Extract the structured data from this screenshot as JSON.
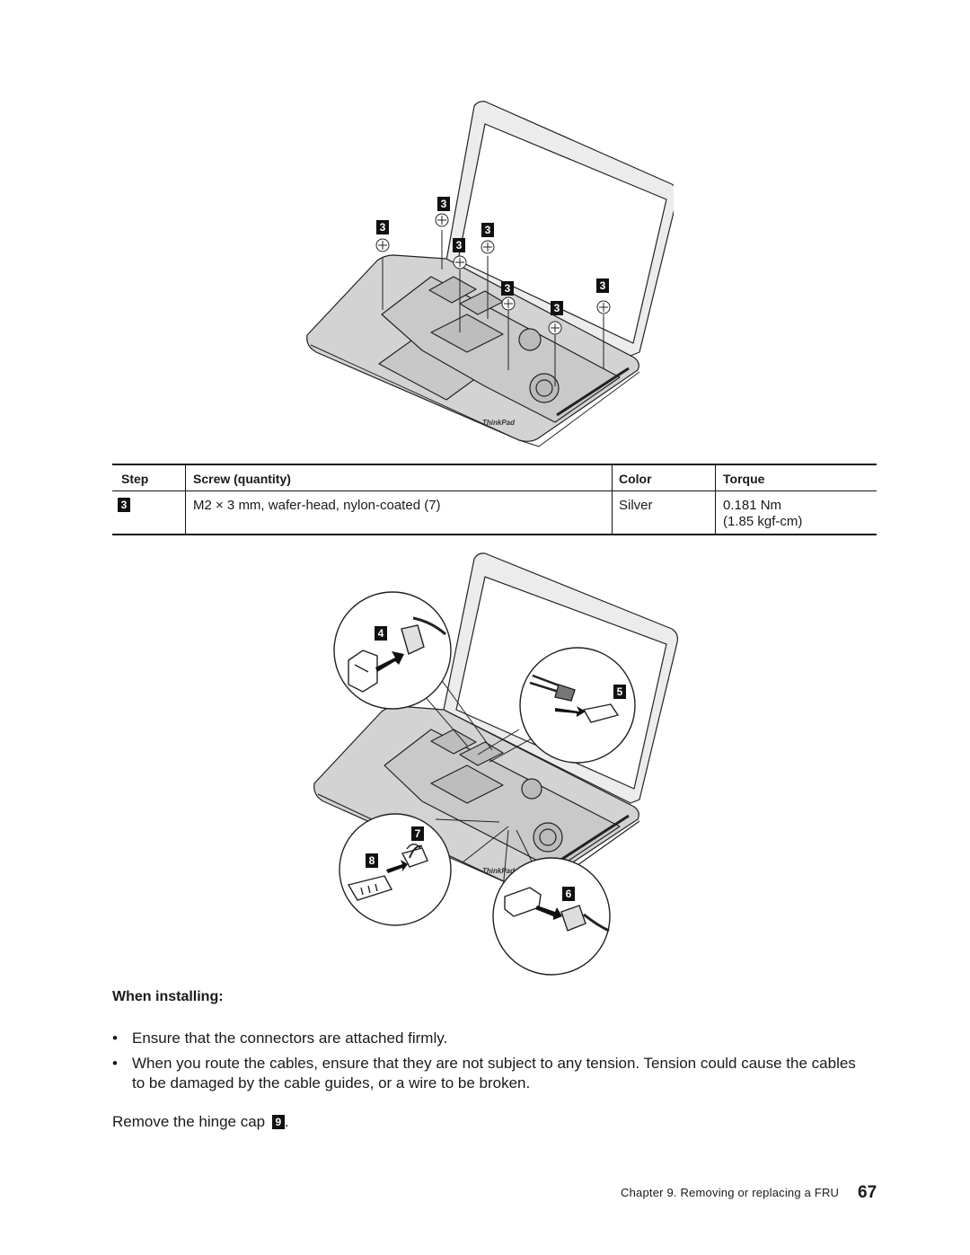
{
  "figure1": {
    "callouts": [
      "3",
      "3",
      "3",
      "3",
      "3",
      "3",
      "3"
    ],
    "logo_text": "ThinkPad"
  },
  "table": {
    "headers": {
      "step": "Step",
      "screw": "Screw (quantity)",
      "color": "Color",
      "torque": "Torque"
    },
    "row": {
      "step_badge": "3",
      "screw": "M2 × 3 mm, wafer-head, nylon-coated (7)",
      "color": "Silver",
      "torque_line1": "0.181 Nm",
      "torque_line2": "(1.85 kgf-cm)"
    }
  },
  "figure2": {
    "callouts": {
      "c4": "4",
      "c5": "5",
      "c6": "6",
      "c7": "7",
      "c8": "8"
    },
    "logo_text": "ThinkPad"
  },
  "when_installing": {
    "heading": "When installing:",
    "bullets": [
      "Ensure that the connectors are attached firmly.",
      "When you route the cables, ensure that they are not subject to any tension. Tension could cause the cables to be damaged by the cable guides, or a wire to be broken."
    ]
  },
  "final_step": {
    "text": "Remove the hinge cap",
    "badge": "9",
    "suffix": "."
  },
  "footer": {
    "chapter": "Chapter 9. Removing or replacing a FRU",
    "page_number": "67"
  }
}
